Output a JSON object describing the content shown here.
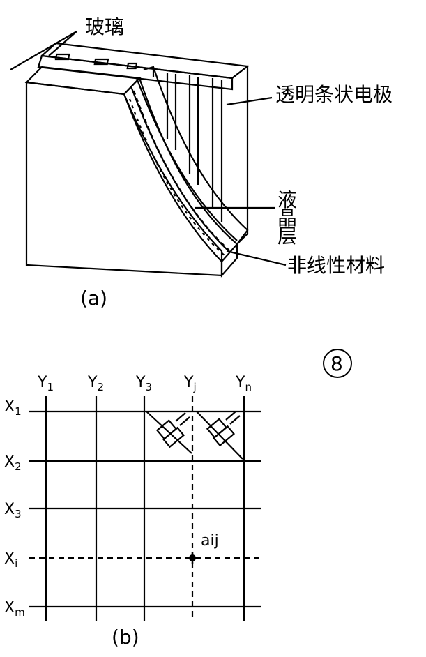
{
  "figure_a": {
    "label_glass": "玻璃",
    "label_electrode": "透明条状电极",
    "label_lc_1": "液",
    "label_lc_2": "晶",
    "label_lc_3": "层",
    "label_nonlinear": "非线性材料",
    "caption": "(a)"
  },
  "figure_b": {
    "columns": [
      "Y1",
      "Y2",
      "Y3",
      "Yj",
      "Yn"
    ],
    "rows": [
      "X1",
      "X2",
      "X3",
      "Xi",
      "Xm"
    ],
    "node_label": "aij",
    "caption": "(b)"
  },
  "figure_number": "8"
}
